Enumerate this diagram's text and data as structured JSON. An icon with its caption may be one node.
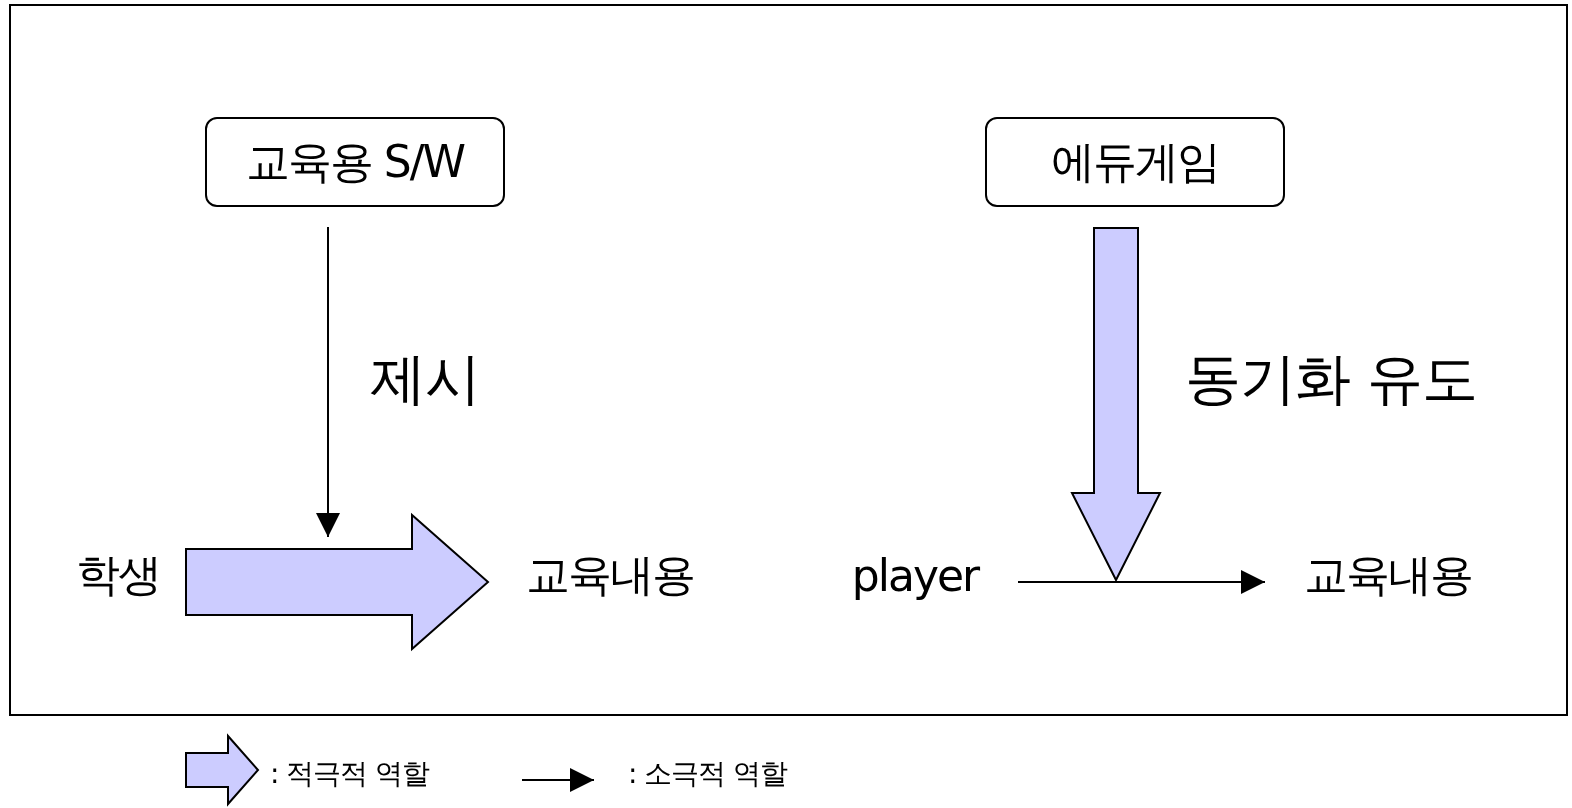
{
  "diagram": {
    "nodes": [
      {
        "text": [
          "교육용 S/W"
        ]
      },
      {
        "text": [
          "에듀게임"
        ]
      },
      {
        "text": [
          "학생"
        ]
      },
      {
        "text": [
          "교육내용"
        ]
      },
      {
        "text": [
          "player"
        ]
      },
      {
        "text": [
          "교육내용"
        ]
      }
    ],
    "edges": [
      {
        "from": 0,
        "to": null,
        "arrow": "to",
        "label": "제시"
      },
      {
        "from": 2,
        "to": 3,
        "arrow": "to",
        "style": "thick"
      },
      {
        "from": 1,
        "to": null,
        "arrow": "to",
        "label": "동기화 유도",
        "style": "thick"
      },
      {
        "from": 4,
        "to": 5,
        "arrow": "to"
      }
    ],
    "legend": [
      {
        "text": ": 적극적 역할"
      },
      {
        "text": ": 소극적 역할"
      }
    ]
  }
}
